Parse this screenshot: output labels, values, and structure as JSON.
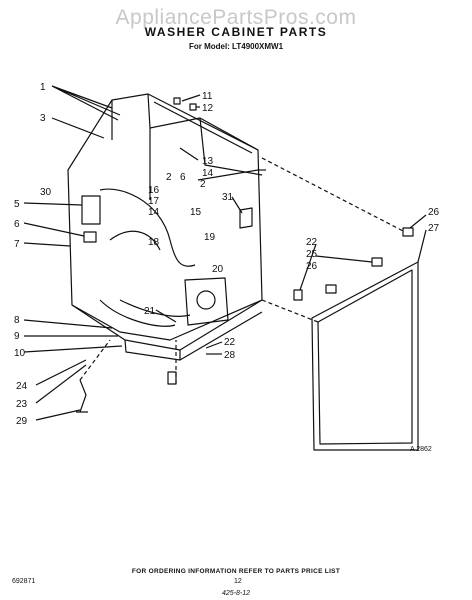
{
  "watermark": "AppliancePartsPros.com",
  "title": "WASHER CABINET PARTS",
  "subtitle": "For Model: LT4900XMW1",
  "callouts": {
    "c1": "1",
    "c2a": "2",
    "c2b": "2",
    "c3": "3",
    "c5": "5",
    "c6a": "6",
    "c6b": "6",
    "c7": "7",
    "c8": "8",
    "c9": "9",
    "c10": "10",
    "c11": "11",
    "c12": "12",
    "c13": "13",
    "c14a": "14",
    "c14b": "14",
    "c15": "15",
    "c16": "16",
    "c17": "17",
    "c18": "18",
    "c19": "19",
    "c20": "20",
    "c21": "21",
    "c22a": "22",
    "c22b": "22",
    "c23": "23",
    "c24": "24",
    "c25": "25",
    "c26a": "26",
    "c26b": "26",
    "c27": "27",
    "c28": "28",
    "c29": "29",
    "c30": "30",
    "c31": "31"
  },
  "reference_code": "A 2862",
  "footer_note": "FOR ORDERING INFORMATION REFER TO PARTS PRICE LIST",
  "left_code": "692871",
  "page_number": "12",
  "handwritten_code": "425-8-12"
}
